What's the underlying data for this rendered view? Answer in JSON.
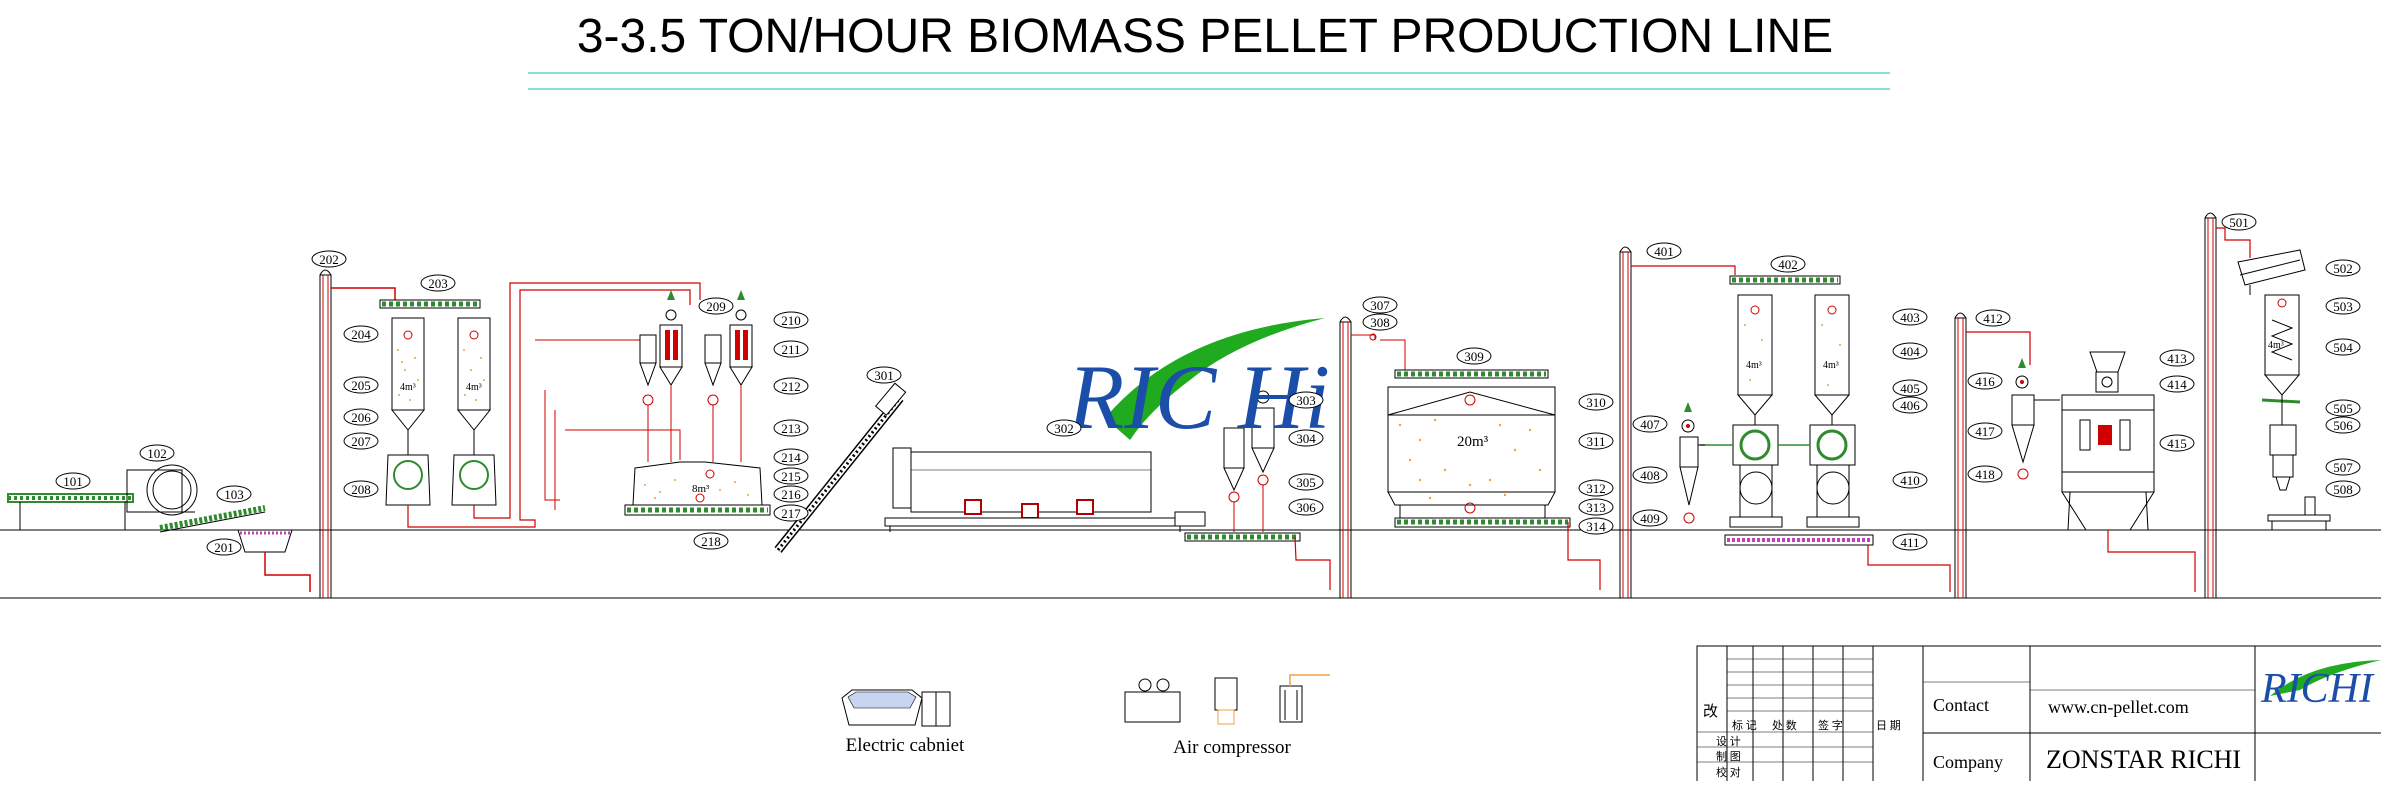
{
  "title": "3-3.5 TON/HOUR BIOMASS PELLET PRODUCTION LINE",
  "logo": {
    "text_blue": "RIC",
    "text_green": "Hi",
    "full": "RICHI"
  },
  "callouts": {
    "101": "101",
    "102": "102",
    "103": "103",
    "201": "201",
    "202": "202",
    "203": "203",
    "204": "204",
    "205": "205",
    "206": "206",
    "207": "207",
    "208": "208",
    "209": "209",
    "210": "210",
    "211": "211",
    "212": "212",
    "213": "213",
    "214": "214",
    "215": "215",
    "216": "216",
    "217": "217",
    "218": "218",
    "301": "301",
    "302": "302",
    "303": "303",
    "304": "304",
    "305": "305",
    "306": "306",
    "307": "307",
    "308": "308",
    "309": "309",
    "310": "310",
    "311": "311",
    "312": "312",
    "313": "313",
    "314": "314",
    "401": "401",
    "402": "402",
    "403": "403",
    "404": "404",
    "405": "405",
    "406": "406",
    "407": "407",
    "408": "408",
    "409": "409",
    "410": "410",
    "411": "411",
    "412": "412",
    "413": "413",
    "414": "414",
    "415": "415",
    "416": "416",
    "417": "417",
    "418": "418",
    "501": "501",
    "502": "502",
    "503": "503",
    "504": "504",
    "505": "505",
    "506": "506",
    "507": "507",
    "508": "508"
  },
  "capacities": {
    "silo": "4m³",
    "bin_218": "8m³",
    "bin_309": "20m³"
  },
  "legend": {
    "electric": "Electric cabniet",
    "air": "Air compressor"
  },
  "title_block": {
    "gai": "改",
    "header": [
      "标 记",
      "处 数",
      "签 字",
      "日 期"
    ],
    "rows": [
      "设 计",
      "制 图",
      "校 对"
    ],
    "contact_label": "Contact",
    "contact_value": "www.cn-pellet.com",
    "company_label": "Company",
    "company_value": "ZONSTAR RICHI"
  },
  "colors": {
    "pipe": "#d00000",
    "conveyor": "#2e8b2e",
    "logo_blue": "#1a4ea8",
    "logo_green": "#1faa1f",
    "title_line": "#5fd4d4"
  }
}
